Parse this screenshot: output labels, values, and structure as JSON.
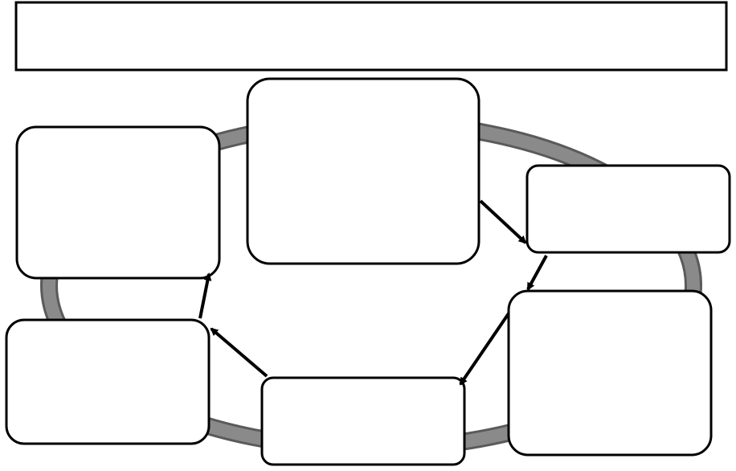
{
  "diagram": {
    "title": "",
    "boxes": [
      {
        "id": "top-center",
        "label": ""
      },
      {
        "id": "right-upper",
        "label": ""
      },
      {
        "id": "right-lower",
        "label": ""
      },
      {
        "id": "bottom-center",
        "label": ""
      },
      {
        "id": "left-lower",
        "label": ""
      },
      {
        "id": "left-upper",
        "label": ""
      }
    ],
    "flow_order": [
      "top-center",
      "right-upper",
      "right-lower",
      "bottom-center",
      "left-lower",
      "left-upper"
    ],
    "colors": {
      "ring": "#808080",
      "ring_edge": "#5a5a5a",
      "box_stroke": "#000000",
      "box_fill": "#ffffff",
      "arrow": "#000000"
    }
  }
}
